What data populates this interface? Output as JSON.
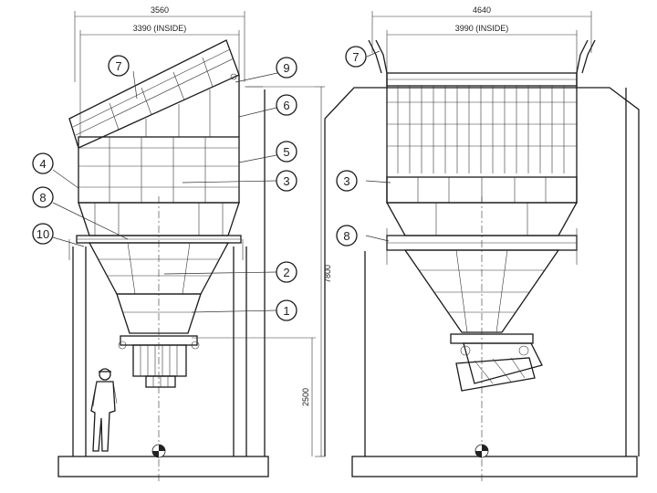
{
  "dimensions": {
    "left_overall_width": "3560",
    "left_inside_width": "3390 (INSIDE)",
    "right_overall_width": "4640",
    "right_inside_width": "3990 (INSIDE)",
    "total_height": "7800",
    "discharge_height": "2500"
  },
  "left_view": {
    "callouts": [
      {
        "num": "7"
      },
      {
        "num": "9"
      },
      {
        "num": "6"
      },
      {
        "num": "4"
      },
      {
        "num": "5"
      },
      {
        "num": "3"
      },
      {
        "num": "8"
      },
      {
        "num": "10"
      },
      {
        "num": "2"
      },
      {
        "num": "1"
      }
    ]
  },
  "right_view": {
    "callouts": [
      {
        "num": "7"
      },
      {
        "num": "3"
      },
      {
        "num": "8"
      }
    ]
  }
}
